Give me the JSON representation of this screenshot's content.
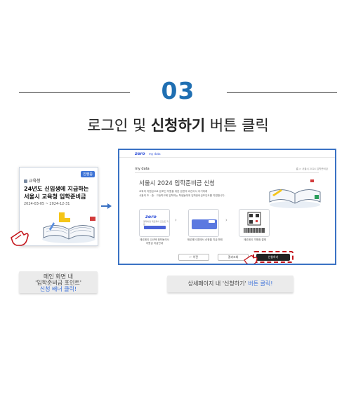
{
  "header": {
    "step_number": "03",
    "title_prefix": "로그인 및 ",
    "title_bold": "신청하기",
    "title_suffix": " 버튼 클릭"
  },
  "home_card": {
    "badge": "진행중",
    "org": "교육청",
    "title_line1": "24년도 신입생에 지급하는",
    "title_line2": "서울시 교육청 입학준비금",
    "dates": "2024-03-05 ~ 2024-12-31"
  },
  "detail_page": {
    "logo": "zero",
    "logo_sub": "my data",
    "section_title": "my data",
    "breadcrumb": "홈 > 서울시 2024 입학준비금",
    "heading": "서울시 2024 입학준비금 신청",
    "desc_line1": "교육의 지원금으로 온포인 지원을 위한 온편의 버킨이서 아기하래",
    "desc_line2": "서울의 초 · 중 · 고등학교에 입학하는 학생들에게 입학준비금포인트를 지원합니다.",
    "steps": [
      {
        "label": "제로페이 수선택 정보동의서\n지원금 지급안내"
      },
      {
        "label": "제로페이 앱에서 신청을 지급 확인"
      },
      {
        "label": "제로페이 가맹점 결제"
      }
    ],
    "mini_logo": "zero",
    "mini_logo_sub": "결제하면 제로페이 포인트 지원",
    "back_label": "← 이전",
    "result_label": "결과조회",
    "apply_label": "신청하기"
  },
  "captions": {
    "left_line1": "메인 화면 내",
    "left_line2": "'입학준비금 포인트'",
    "left_line3": "신청 배너 클릭!",
    "right_text": "상세페이지 내 '신청하기' ",
    "right_highlight": "버튼 클릭!"
  },
  "colors": {
    "accent_blue": "#1f6fb2",
    "highlight_red": "#c4161c",
    "link_blue": "#3a6fd8"
  }
}
